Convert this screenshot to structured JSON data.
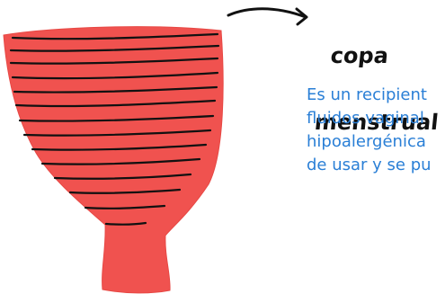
{
  "illustration": {
    "title_line1": "copa",
    "title_line2": "menstrual",
    "cup_color": "#f0524f",
    "stripe_color": "#111111",
    "text_color": "#2a7fd6",
    "icon": "menstrual-cup-icon",
    "pointer": "curved-arrow-icon"
  },
  "description": {
    "lines": [
      "Es un recipient",
      "fluidos vaginal",
      "hipoalergénica",
      "de usar y se pu"
    ]
  }
}
